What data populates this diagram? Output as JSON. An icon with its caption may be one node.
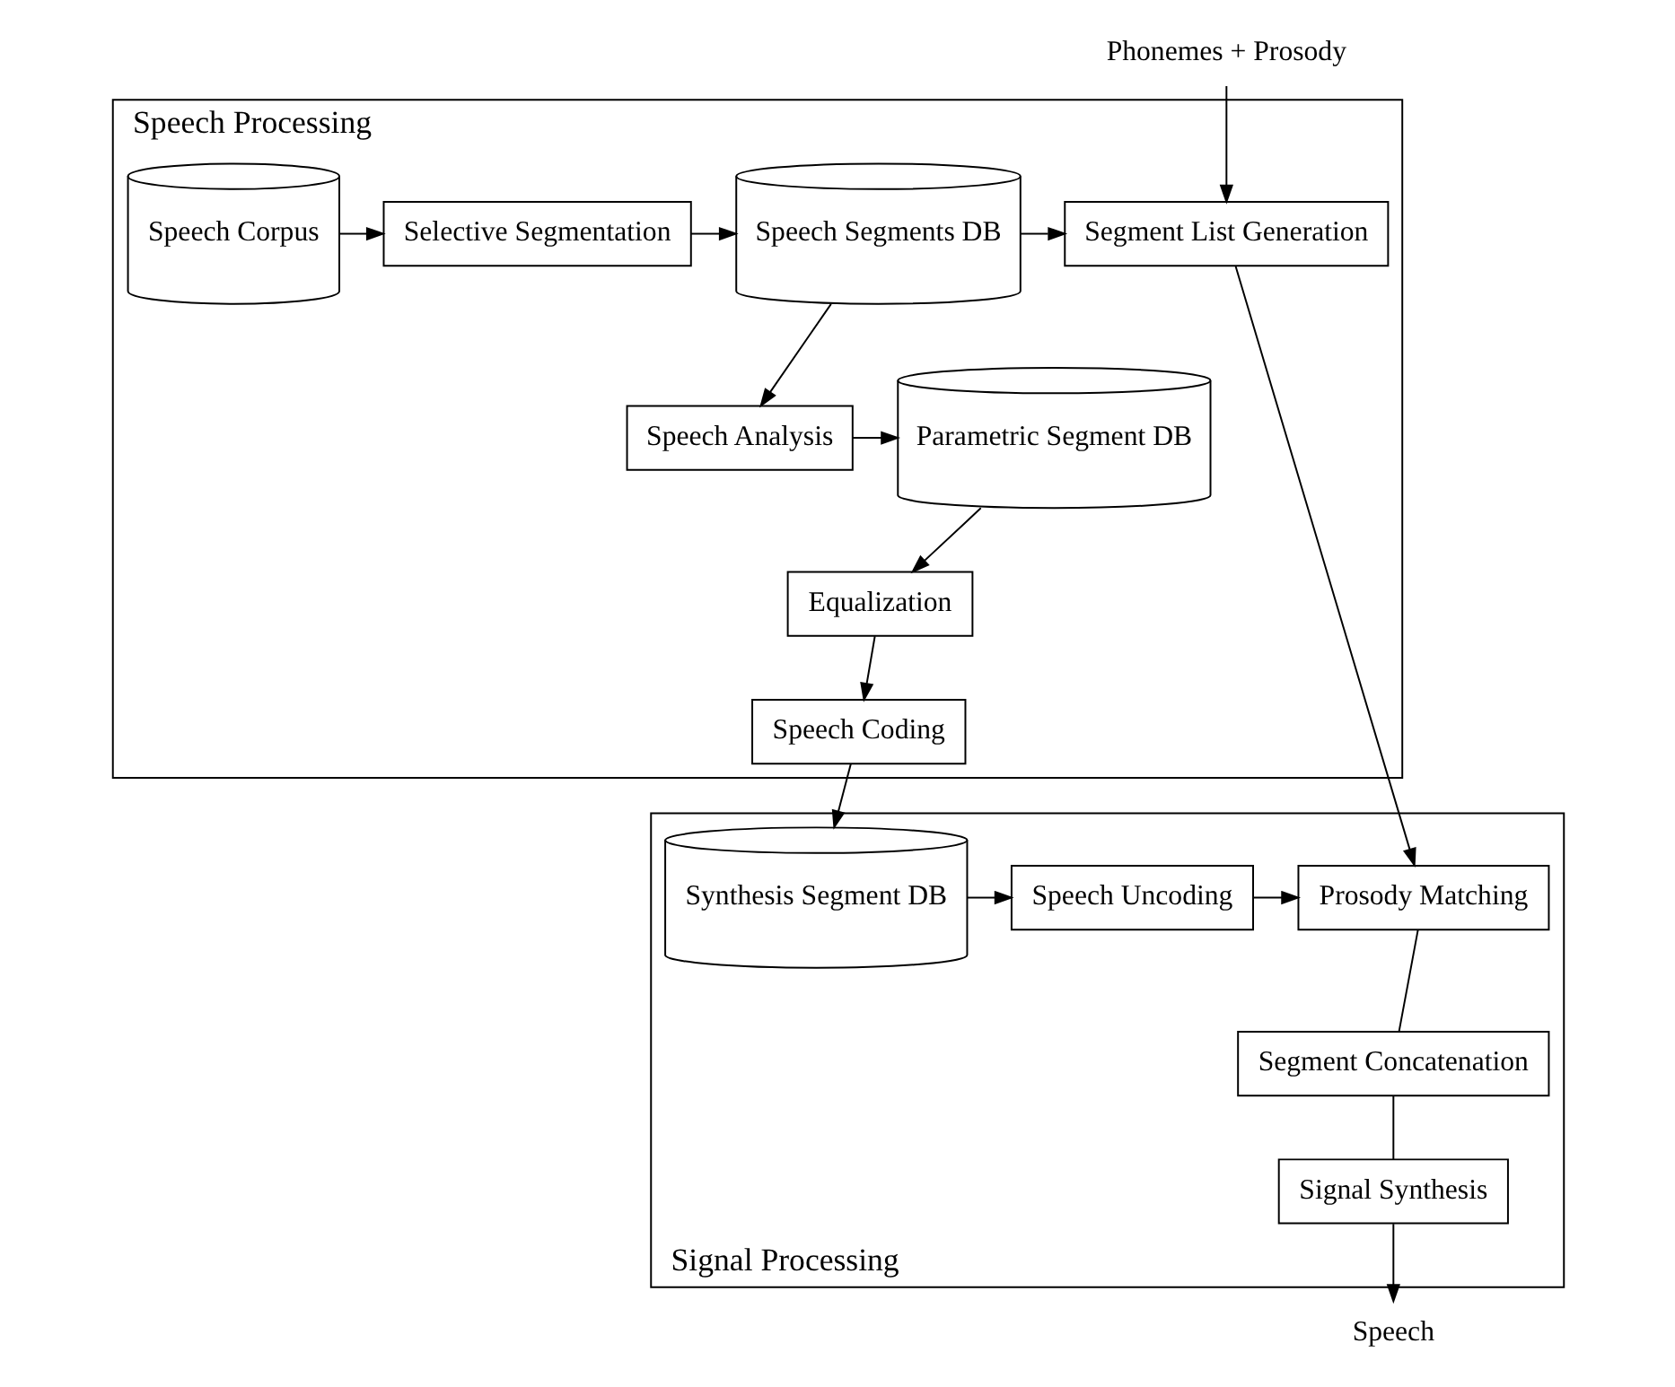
{
  "diagram": {
    "nodes": [
      {
        "text": [
          "Speech Processing"
        ]
      },
      {
        "text": [
          "Speech Corpus"
        ],
        "in": 0
      },
      {
        "text": [
          "Selective Segmentation"
        ],
        "in": 0
      },
      {
        "text": [
          "Speech Segments DB"
        ],
        "in": 0
      },
      {
        "text": [
          "Segment List Generation"
        ],
        "in": 0
      },
      {
        "text": [
          "Speech Analysis"
        ],
        "in": 0
      },
      {
        "text": [
          "Parametric Segment DB"
        ],
        "in": 0
      },
      {
        "text": [
          "Equalization"
        ],
        "in": 0
      },
      {
        "text": [
          "Speech Coding"
        ],
        "in": 0
      },
      {
        "text": [
          "Signal Processing"
        ]
      },
      {
        "text": [
          "Synthesis Segment DB"
        ],
        "in": 9
      },
      {
        "text": [
          "Speech Uncoding"
        ],
        "in": 9
      },
      {
        "text": [
          "Prosody Matching"
        ],
        "in": 9
      },
      {
        "text": [
          "Segment Concatenation"
        ],
        "in": 9
      },
      {
        "text": [
          "Signal Synthesis"
        ],
        "in": 9
      },
      {
        "text": [
          "Phonemes + Prosody"
        ]
      },
      {
        "text": [
          "Speech"
        ]
      }
    ],
    "edges": [
      {
        "from": 15,
        "to": 4,
        "arrow": "to"
      },
      {
        "from": 1,
        "to": 2,
        "arrow": "to"
      },
      {
        "from": 2,
        "to": 3,
        "arrow": "to"
      },
      {
        "from": 3,
        "to": 4,
        "arrow": "to"
      },
      {
        "from": 3,
        "to": 5,
        "arrow": "to"
      },
      {
        "from": 5,
        "to": 6,
        "arrow": "to"
      },
      {
        "from": 6,
        "to": 7,
        "arrow": "to"
      },
      {
        "from": 7,
        "to": 8,
        "arrow": "to"
      },
      {
        "from": 8,
        "to": 10,
        "arrow": "to"
      },
      {
        "from": 4,
        "to": 12,
        "arrow": "to"
      },
      {
        "from": 10,
        "to": 11,
        "arrow": "to"
      },
      {
        "from": 11,
        "to": 12,
        "arrow": "to"
      },
      {
        "from": 12,
        "to": 13,
        "arrow": "none"
      },
      {
        "from": 13,
        "to": 14,
        "arrow": "none"
      },
      {
        "from": 14,
        "to": 16,
        "arrow": "to"
      }
    ]
  }
}
